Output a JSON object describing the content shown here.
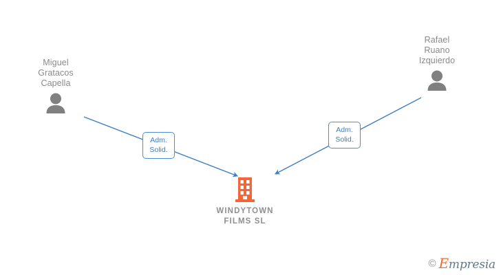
{
  "graph": {
    "company": {
      "name": "WINDYTOWN\nFILMS  SL",
      "icon": "building-icon",
      "icon_color": "#f2663c"
    },
    "persons": [
      {
        "id": "left",
        "name": "Miguel\nGratacos\nCapella",
        "icon": "person-avatar-icon"
      },
      {
        "id": "right",
        "name": "Rafael\nRuano\nIzquierdo",
        "icon": "person-avatar-icon"
      }
    ],
    "relations": [
      {
        "id": "left",
        "label": "Adm.\nSolid.",
        "from": "Miguel Gratacos Capella",
        "to": "WINDYTOWN FILMS SL"
      },
      {
        "id": "right",
        "label": "Adm.\nSolid.",
        "from": "Rafael Ruano Izquierdo",
        "to": "WINDYTOWN FILMS SL"
      }
    ],
    "edge_color": "#3d7fc4",
    "text_color": "#8a8a8a"
  },
  "watermark": {
    "copyright": "©",
    "brand_initial": "E",
    "brand_rest": "mpresia"
  }
}
